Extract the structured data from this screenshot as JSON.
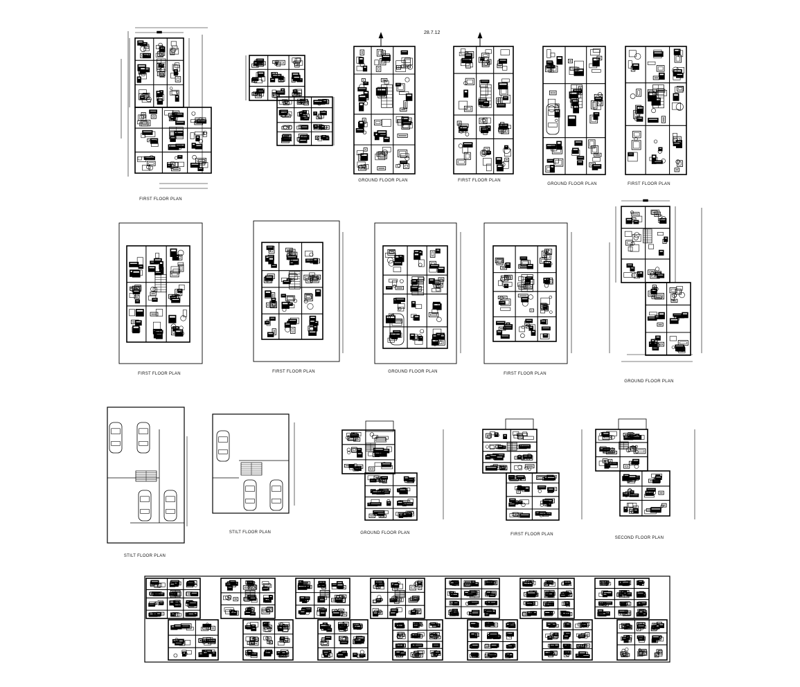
{
  "sheet": {
    "header_text": "28.7.12"
  },
  "drawing_labels": [
    "FIRST FLOOR PLAN",
    "GROUND FLOOR PLAN",
    "FIRST FLOOR PLAN",
    "GROUND FLOOR PLAN",
    "FIRST FLOOR PLAN",
    "FIRST FLOOR PLAN",
    "FIRST FLOOR PLAN",
    "GROUND FLOOR PLAN",
    "FIRST FLOOR PLAN",
    "GROUND FLOOR PLAN",
    "STILT FLOOR PLAN",
    "STILT FLOOR PLAN",
    "GROUND FLOOR PLAN",
    "FIRST FLOOR PLAN",
    "SECOND FLOOR PLAN"
  ],
  "colors": {
    "line": "#000000",
    "background": "#ffffff"
  }
}
